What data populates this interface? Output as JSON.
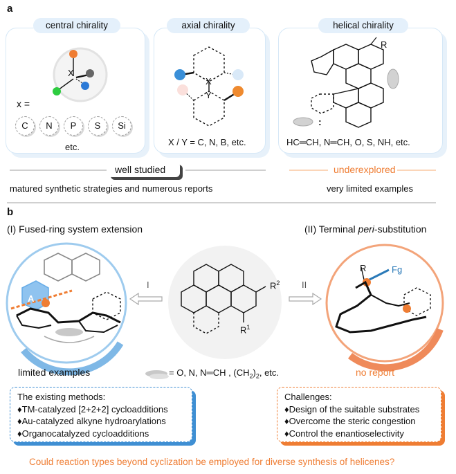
{
  "panel_a": {
    "label": "a",
    "central": {
      "title": "central chirality",
      "x_eq": "x =",
      "center_atom": "X",
      "atoms": [
        "C",
        "N",
        "P",
        "S",
        "Si"
      ],
      "etc": "etc."
    },
    "axial": {
      "title": "axial chirality",
      "x": "X",
      "y": "Y",
      "caption": "X / Y = C, N, B, etc."
    },
    "helical": {
      "title": "helical chirality",
      "r": "R",
      "colon": ":",
      "caption": "HC═CH,  N═CH, O, S, NH, etc."
    },
    "well_studied": "well studied",
    "underexplored": "underexplored",
    "left_note": "matured synthetic strategies and numerous reports",
    "right_note": "very limited examples"
  },
  "panel_b": {
    "label": "b",
    "left_title": "(I) Fused-ring system extension",
    "right_title_pre": "(II) Terminal ",
    "right_title_italic": "peri",
    "right_title_post": "-substitution",
    "arrow_I": "I",
    "arrow_II": "II",
    "r2": "R",
    "r2_sup": "2",
    "r1": "R",
    "r1_sup": "1",
    "ring_a": "A",
    "right_r": "R",
    "fg": "Fg",
    "limited": "limited examples",
    "no_report": "no report",
    "legend": "= O, N,  N═CH , (CH",
    "legend_sub": "2",
    "legend_end": ")",
    "legend_sub2": "2",
    "legend_tail": ", etc.",
    "existing_title": "The existing methods:",
    "existing": [
      "TM-catalyzed [2+2+2] cycloadditions",
      "Au-catalyzed alkyne hydroarylations",
      "Organocatalyzed cycloadditions"
    ],
    "challenges_title": "Challenges:",
    "challenges": [
      "Design of the suitable substrates",
      "Overcome the steric congestion",
      "Control the enantioselectivity"
    ],
    "bullet": "♦",
    "question": "Could reaction types beyond cyclization be employed for diverse synthesis of helicenes?"
  },
  "colors": {
    "blue": "#5aa7e0",
    "orange": "#ef7d33",
    "light_blue": "#e4f0fb"
  }
}
